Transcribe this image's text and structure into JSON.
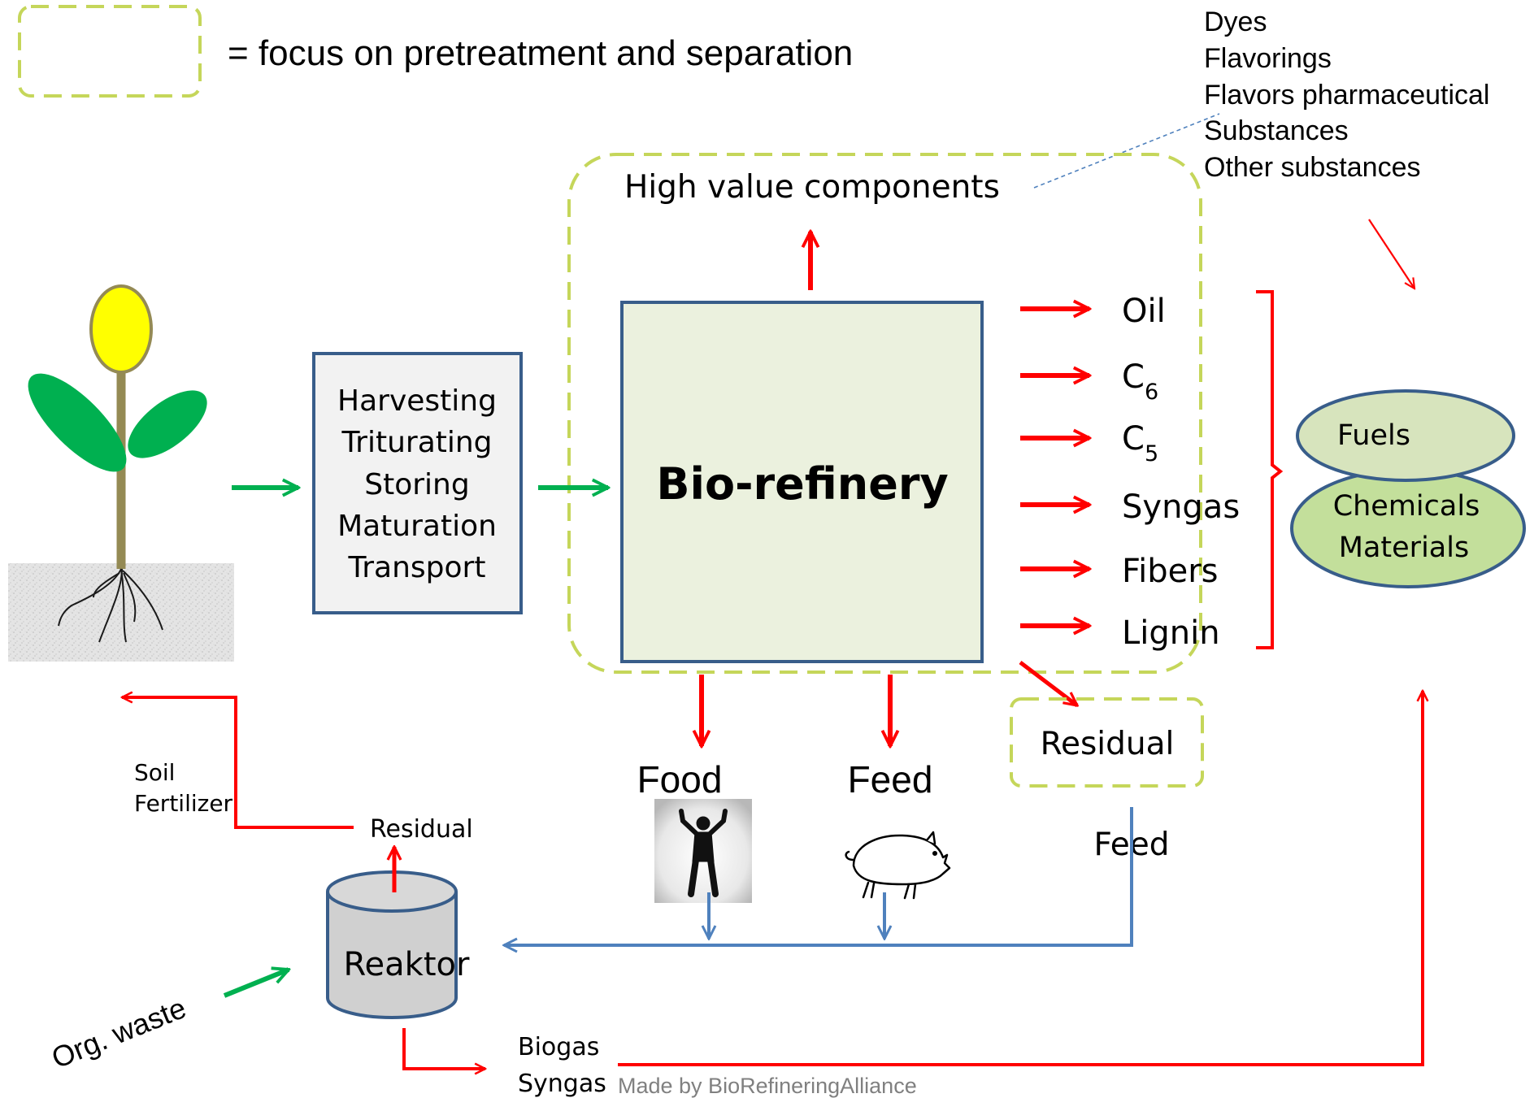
{
  "legend": {
    "text": "= focus on pretreatment and separation"
  },
  "high_value": {
    "title": "High value components",
    "items": [
      "Dyes",
      "Flavorings",
      "Flavors pharmaceutical",
      "Substances",
      "Other substances"
    ]
  },
  "pretreatment": {
    "steps": [
      "Harvesting",
      "Triturating",
      "Storing",
      "Maturation",
      "Transport"
    ]
  },
  "biorefinery": {
    "label": "Bio-refinery"
  },
  "outputs": {
    "oil": "Oil",
    "c6": {
      "base": "C",
      "sub": "6"
    },
    "c5": {
      "base": "C",
      "sub": "5"
    },
    "syngas": "Syngas",
    "fibers": "Fibers",
    "lignin": "Lignin"
  },
  "products": {
    "fuels": "Fuels",
    "chem_line1": "Chemicals",
    "chem_line2": "Materials"
  },
  "residual_box": {
    "label": "Residual"
  },
  "food": {
    "label": "Food"
  },
  "feed": {
    "label": "Feed"
  },
  "feed_residual": {
    "label": "Feed"
  },
  "reaktor": {
    "label": "Reaktor",
    "residual": "Residual",
    "biogas": "Biogas",
    "syngas": "Syngas"
  },
  "soil": {
    "line1": "Soil",
    "line2": "Fertilizer"
  },
  "org_waste": {
    "label": "Org. waste"
  },
  "credit": {
    "text": "Made by BioRefineringAlliance"
  },
  "colors": {
    "focus_dash": "#c5d65a",
    "red_arrow": "#ff0000",
    "green_arrow": "#00b050",
    "blue_arrow": "#4f81bd",
    "box_border": "#385d8a",
    "biorefinery_fill": "#ebf1de",
    "ellipse_fill": "#d7e4bd",
    "chem_fill": "#c3df9b",
    "reaktor_fill": "#d0d0d0",
    "flower_yellow": "#ffff00",
    "leaf_green": "#00b050",
    "stem": "#948a54",
    "credit_gray": "#808080"
  },
  "icons": [
    "plant-icon",
    "soil-icon",
    "person-icon",
    "pig-icon",
    "reaktor-cylinder-icon"
  ]
}
